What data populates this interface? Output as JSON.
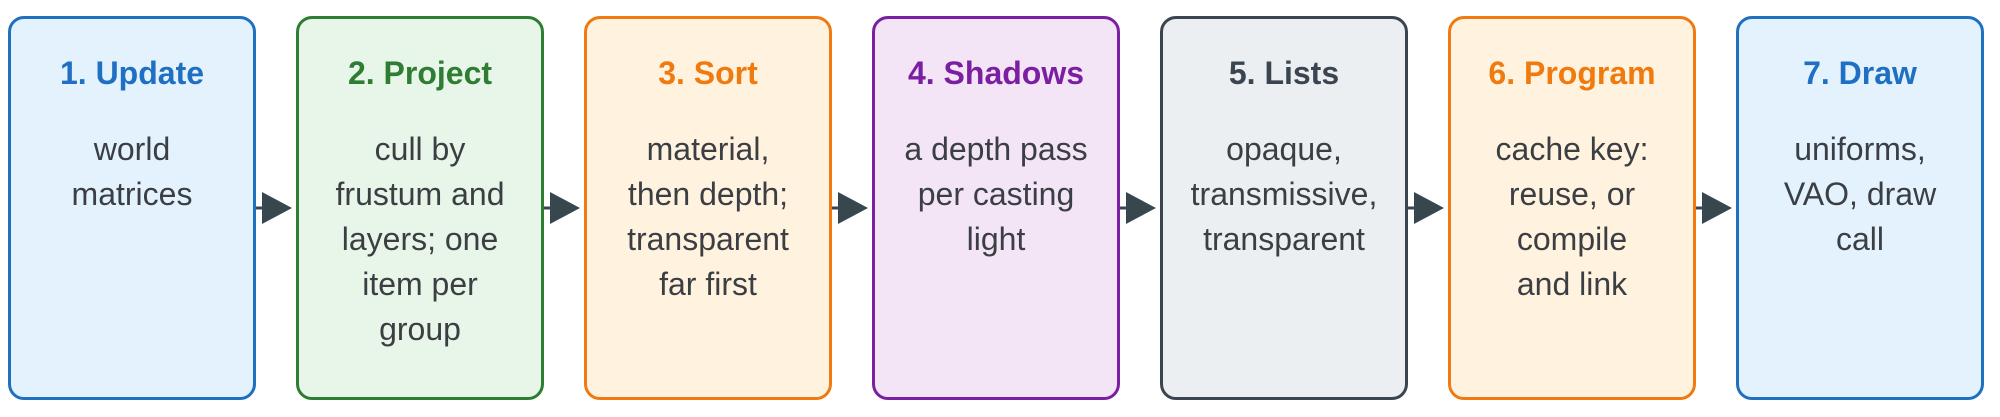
{
  "diagram": {
    "stages": [
      {
        "title": "1. Update",
        "lines": [
          "world",
          "matrices"
        ],
        "border": "#1f6fc2",
        "fill": "#e3f2fd",
        "title_color": "#1f6fc2"
      },
      {
        "title": "2. Project",
        "lines": [
          "cull by",
          "frustum and",
          "layers; one",
          "item per",
          "group"
        ],
        "border": "#2e7d32",
        "fill": "#e8f5e9",
        "title_color": "#2e7d32"
      },
      {
        "title": "3. Sort",
        "lines": [
          "material,",
          "then depth;",
          "transparent",
          "far first"
        ],
        "border": "#ef7b10",
        "fill": "#fff3e0",
        "title_color": "#ef7b10"
      },
      {
        "title": "4. Shadows",
        "lines": [
          "a depth pass",
          "per casting",
          "light"
        ],
        "border": "#7b1fa2",
        "fill": "#f3e5f5",
        "title_color": "#7b1fa2"
      },
      {
        "title": "5. Lists",
        "lines": [
          "opaque,",
          "transmissive,",
          "transparent"
        ],
        "border": "#3b4550",
        "fill": "#eceff1",
        "title_color": "#3b4550"
      },
      {
        "title": "6. Program",
        "lines": [
          "cache key:",
          "reuse, or",
          "compile",
          "and link"
        ],
        "border": "#ef7b10",
        "fill": "#fff3e0",
        "title_color": "#ef7b10"
      },
      {
        "title": "7. Draw",
        "lines": [
          "uniforms,",
          "VAO, draw",
          "call"
        ],
        "border": "#1f6fc2",
        "fill": "#e3f2fd",
        "title_color": "#1f6fc2"
      }
    ],
    "arrow_color": "#37474f"
  }
}
